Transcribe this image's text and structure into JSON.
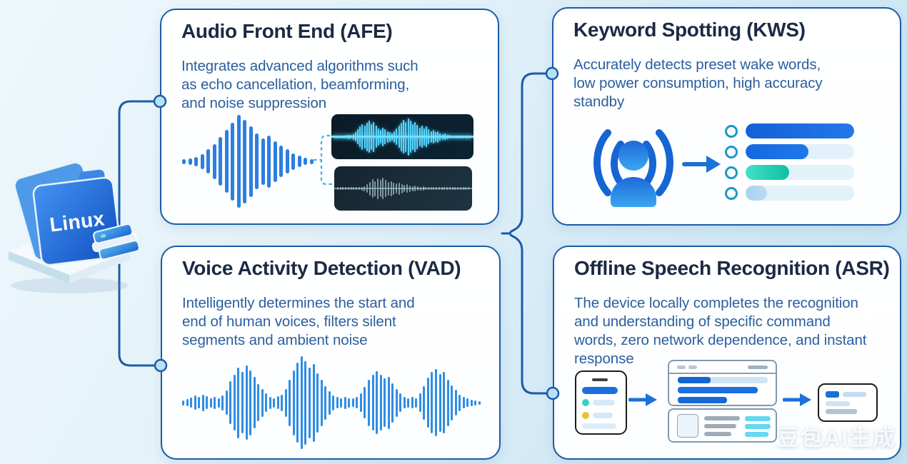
{
  "colors": {
    "accent_blue": "#1a6fdc",
    "panel_border": "#1a5ca8",
    "title_text": "#1b2a44",
    "body_text": "#2b5e9e",
    "teal": "#2fd6c0",
    "yellow_dot": "#e6c13a",
    "cyan_wave": "#55d4ff",
    "node_fill": "#b8e2f3"
  },
  "linux_icon": {
    "label": "Linux"
  },
  "watermark": "豆包AI生成",
  "panels": {
    "afe": {
      "title": "Audio Front End (AFE)",
      "body_lines": [
        "Integrates advanced algorithms such",
        "as echo cancellation, beamforming,",
        "and noise suppression"
      ]
    },
    "kws": {
      "title": "Keyword Spotting (KWS)",
      "body_lines": [
        "Accurately detects preset wake words,",
        "low power consumption, high accuracy",
        "standby"
      ],
      "bars": [
        {
          "fraction": 1.0,
          "color_from": "#1261d6",
          "color_to": "#2478e8"
        },
        {
          "fraction": 0.58,
          "color_from": "#1668e0",
          "color_to": "#1e78ea"
        },
        {
          "fraction": 0.4,
          "color_from": "#44e0c6",
          "color_to": "#10bfa2"
        },
        {
          "fraction": 0.2,
          "color_from": "#a6d2ee",
          "color_to": "#bcdcf4"
        }
      ]
    },
    "vad": {
      "title": "Voice Activity Detection (VAD)",
      "body_lines": [
        "Intelligently determines the start and",
        "end of human voices, filters silent",
        "segments and ambient noise"
      ]
    },
    "asr": {
      "title": "Offline Speech Recognition (ASR)",
      "body_lines": [
        "The device locally completes the recognition",
        "and understanding of specific command",
        "words, zero network dependence, and instant",
        "response"
      ]
    }
  },
  "waveforms": {
    "afe_input": [
      0.05,
      0.07,
      0.1,
      0.16,
      0.26,
      0.38,
      0.52,
      0.68,
      0.84,
      1.0,
      0.9,
      0.76,
      0.6,
      0.5,
      0.56,
      0.44,
      0.34,
      0.26,
      0.18,
      0.12,
      0.08,
      0.05
    ],
    "afe_clean": [
      0.06,
      0.05,
      0.07,
      0.06,
      0.08,
      0.1,
      0.12,
      0.1,
      0.15,
      0.25,
      0.4,
      0.55,
      0.7,
      0.62,
      0.76,
      0.86,
      0.7,
      0.8,
      0.6,
      0.46,
      0.36,
      0.5,
      0.4,
      0.3,
      0.26,
      0.2,
      0.3,
      0.45,
      0.6,
      0.76,
      0.9,
      0.8,
      1.0,
      0.86,
      0.7,
      0.8,
      0.66,
      0.5,
      0.6,
      0.46,
      0.56,
      0.4,
      0.3,
      0.36,
      0.26,
      0.3,
      0.2,
      0.16,
      0.18,
      0.12,
      0.1,
      0.08,
      0.07,
      0.06,
      0.05,
      0.06,
      0.05,
      0.04,
      0.05,
      0.04
    ],
    "afe_noisy": [
      0.04,
      0.04,
      0.05,
      0.05,
      0.06,
      0.07,
      0.06,
      0.08,
      0.09,
      0.11,
      0.16,
      0.26,
      0.42,
      0.56,
      0.46,
      0.62,
      0.52,
      0.66,
      0.52,
      0.42,
      0.46,
      0.36,
      0.3,
      0.36,
      0.28,
      0.22,
      0.26,
      0.2,
      0.16,
      0.18,
      0.14,
      0.1,
      0.12,
      0.09,
      0.08,
      0.07,
      0.06,
      0.06,
      0.05,
      0.05,
      0.04,
      0.04,
      0.05,
      0.04,
      0.04,
      0.03,
      0.04,
      0.03,
      0.03,
      0.03
    ],
    "vad": [
      0.05,
      0.08,
      0.11,
      0.15,
      0.12,
      0.18,
      0.14,
      0.1,
      0.13,
      0.1,
      0.16,
      0.26,
      0.46,
      0.6,
      0.76,
      0.66,
      0.8,
      0.7,
      0.55,
      0.4,
      0.3,
      0.2,
      0.13,
      0.1,
      0.14,
      0.18,
      0.3,
      0.5,
      0.7,
      0.86,
      1.0,
      0.9,
      0.76,
      0.84,
      0.64,
      0.5,
      0.36,
      0.25,
      0.16,
      0.12,
      0.1,
      0.13,
      0.1,
      0.09,
      0.12,
      0.2,
      0.34,
      0.5,
      0.6,
      0.68,
      0.6,
      0.52,
      0.56,
      0.42,
      0.3,
      0.2,
      0.12,
      0.1,
      0.12,
      0.1,
      0.2,
      0.36,
      0.54,
      0.66,
      0.72,
      0.62,
      0.66,
      0.5,
      0.38,
      0.28,
      0.18,
      0.12,
      0.09,
      0.07,
      0.05,
      0.04
    ]
  }
}
